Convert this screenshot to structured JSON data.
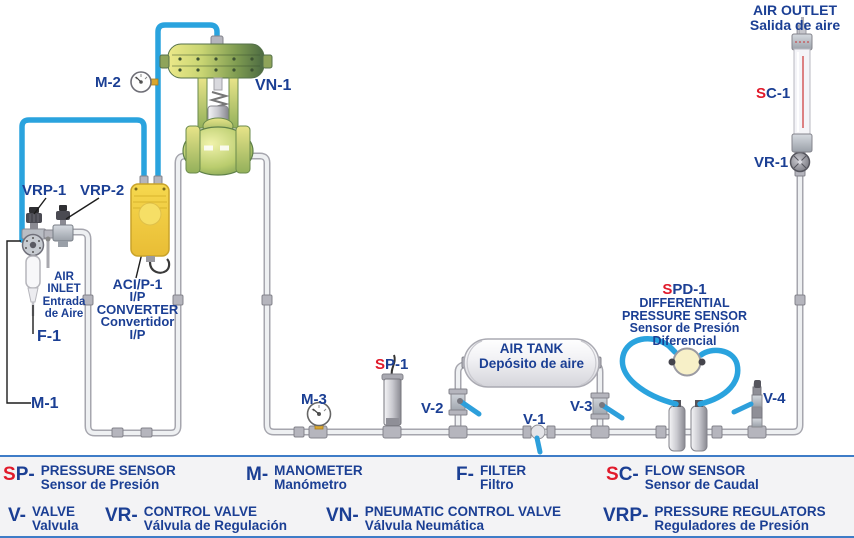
{
  "diagram": {
    "air_outlet": {
      "line1": "AIR OUTLET",
      "line2": "Salida de aire"
    },
    "sc1": {
      "red": "S",
      "rest": "C-1"
    },
    "vr1": "VR-1",
    "vn1": "VN-1",
    "m2": "M-2",
    "vrp1": "VRP-1",
    "vrp2": "VRP-2",
    "air_inlet": {
      "lines": [
        "AIR",
        "INLET",
        "Entrada",
        "de Aire"
      ]
    },
    "f1": "F-1",
    "m1": "M-1",
    "converter": {
      "lines": [
        "ACI/P-1",
        "I/P",
        "CONVERTER",
        "Convertidor",
        "I/P"
      ]
    },
    "m3": "M-3",
    "sp1": {
      "red": "S",
      "rest": "P-1"
    },
    "v2": "V-2",
    "v1": "V-1",
    "air_tank": {
      "line1": "AIR TANK",
      "line2": "Depósito de aire"
    },
    "v3": "V-3",
    "spd1": {
      "red": "S",
      "rest": "PD-1",
      "lines": [
        "DIFFERENTIAL",
        "PRESSURE SENSOR",
        "Sensor de Presión",
        "Diferencial"
      ]
    },
    "v4": "V-4"
  },
  "legend": {
    "items": [
      {
        "id": "sp",
        "code_red": "S",
        "code": "P-",
        "en": "PRESSURE SENSOR",
        "es": "Sensor de Presión"
      },
      {
        "id": "m",
        "code_red": "",
        "code": "M-",
        "en": "MANOMETER",
        "es": "Manómetro"
      },
      {
        "id": "f",
        "code_red": "",
        "code": "F-",
        "en": "FILTER",
        "es": "Filtro"
      },
      {
        "id": "sc",
        "code_red": "S",
        "code": "C-",
        "en": "FLOW SENSOR",
        "es": "Sensor de Caudal"
      },
      {
        "id": "v",
        "code_red": "",
        "code": "V-",
        "en": "VALVE",
        "es": "Valvula"
      },
      {
        "id": "vr",
        "code_red": "",
        "code": "VR-",
        "en": "CONTROL VALVE",
        "es": "Válvula de Regulación"
      },
      {
        "id": "vn",
        "code_red": "",
        "code": "VN-",
        "en": "PNEUMATIC CONTROL VALVE",
        "es": "Válvula Neumática"
      },
      {
        "id": "vrp",
        "code_red": "",
        "code": "VRP-",
        "en": "PRESSURE REGULATORS",
        "es": "Reguladores de Presión"
      }
    ]
  },
  "colors": {
    "label_navy": "#1b3f94",
    "accent_red": "#e11a2b",
    "tube_blue": "#2aa3de",
    "pipe_gray": "#c9c9cf",
    "converter_yellow": "#f3cf3e",
    "valve_green": "#9dbd62",
    "legend_border_blue": "#3e7cc7",
    "legend_bg": "#f3f3f5"
  }
}
